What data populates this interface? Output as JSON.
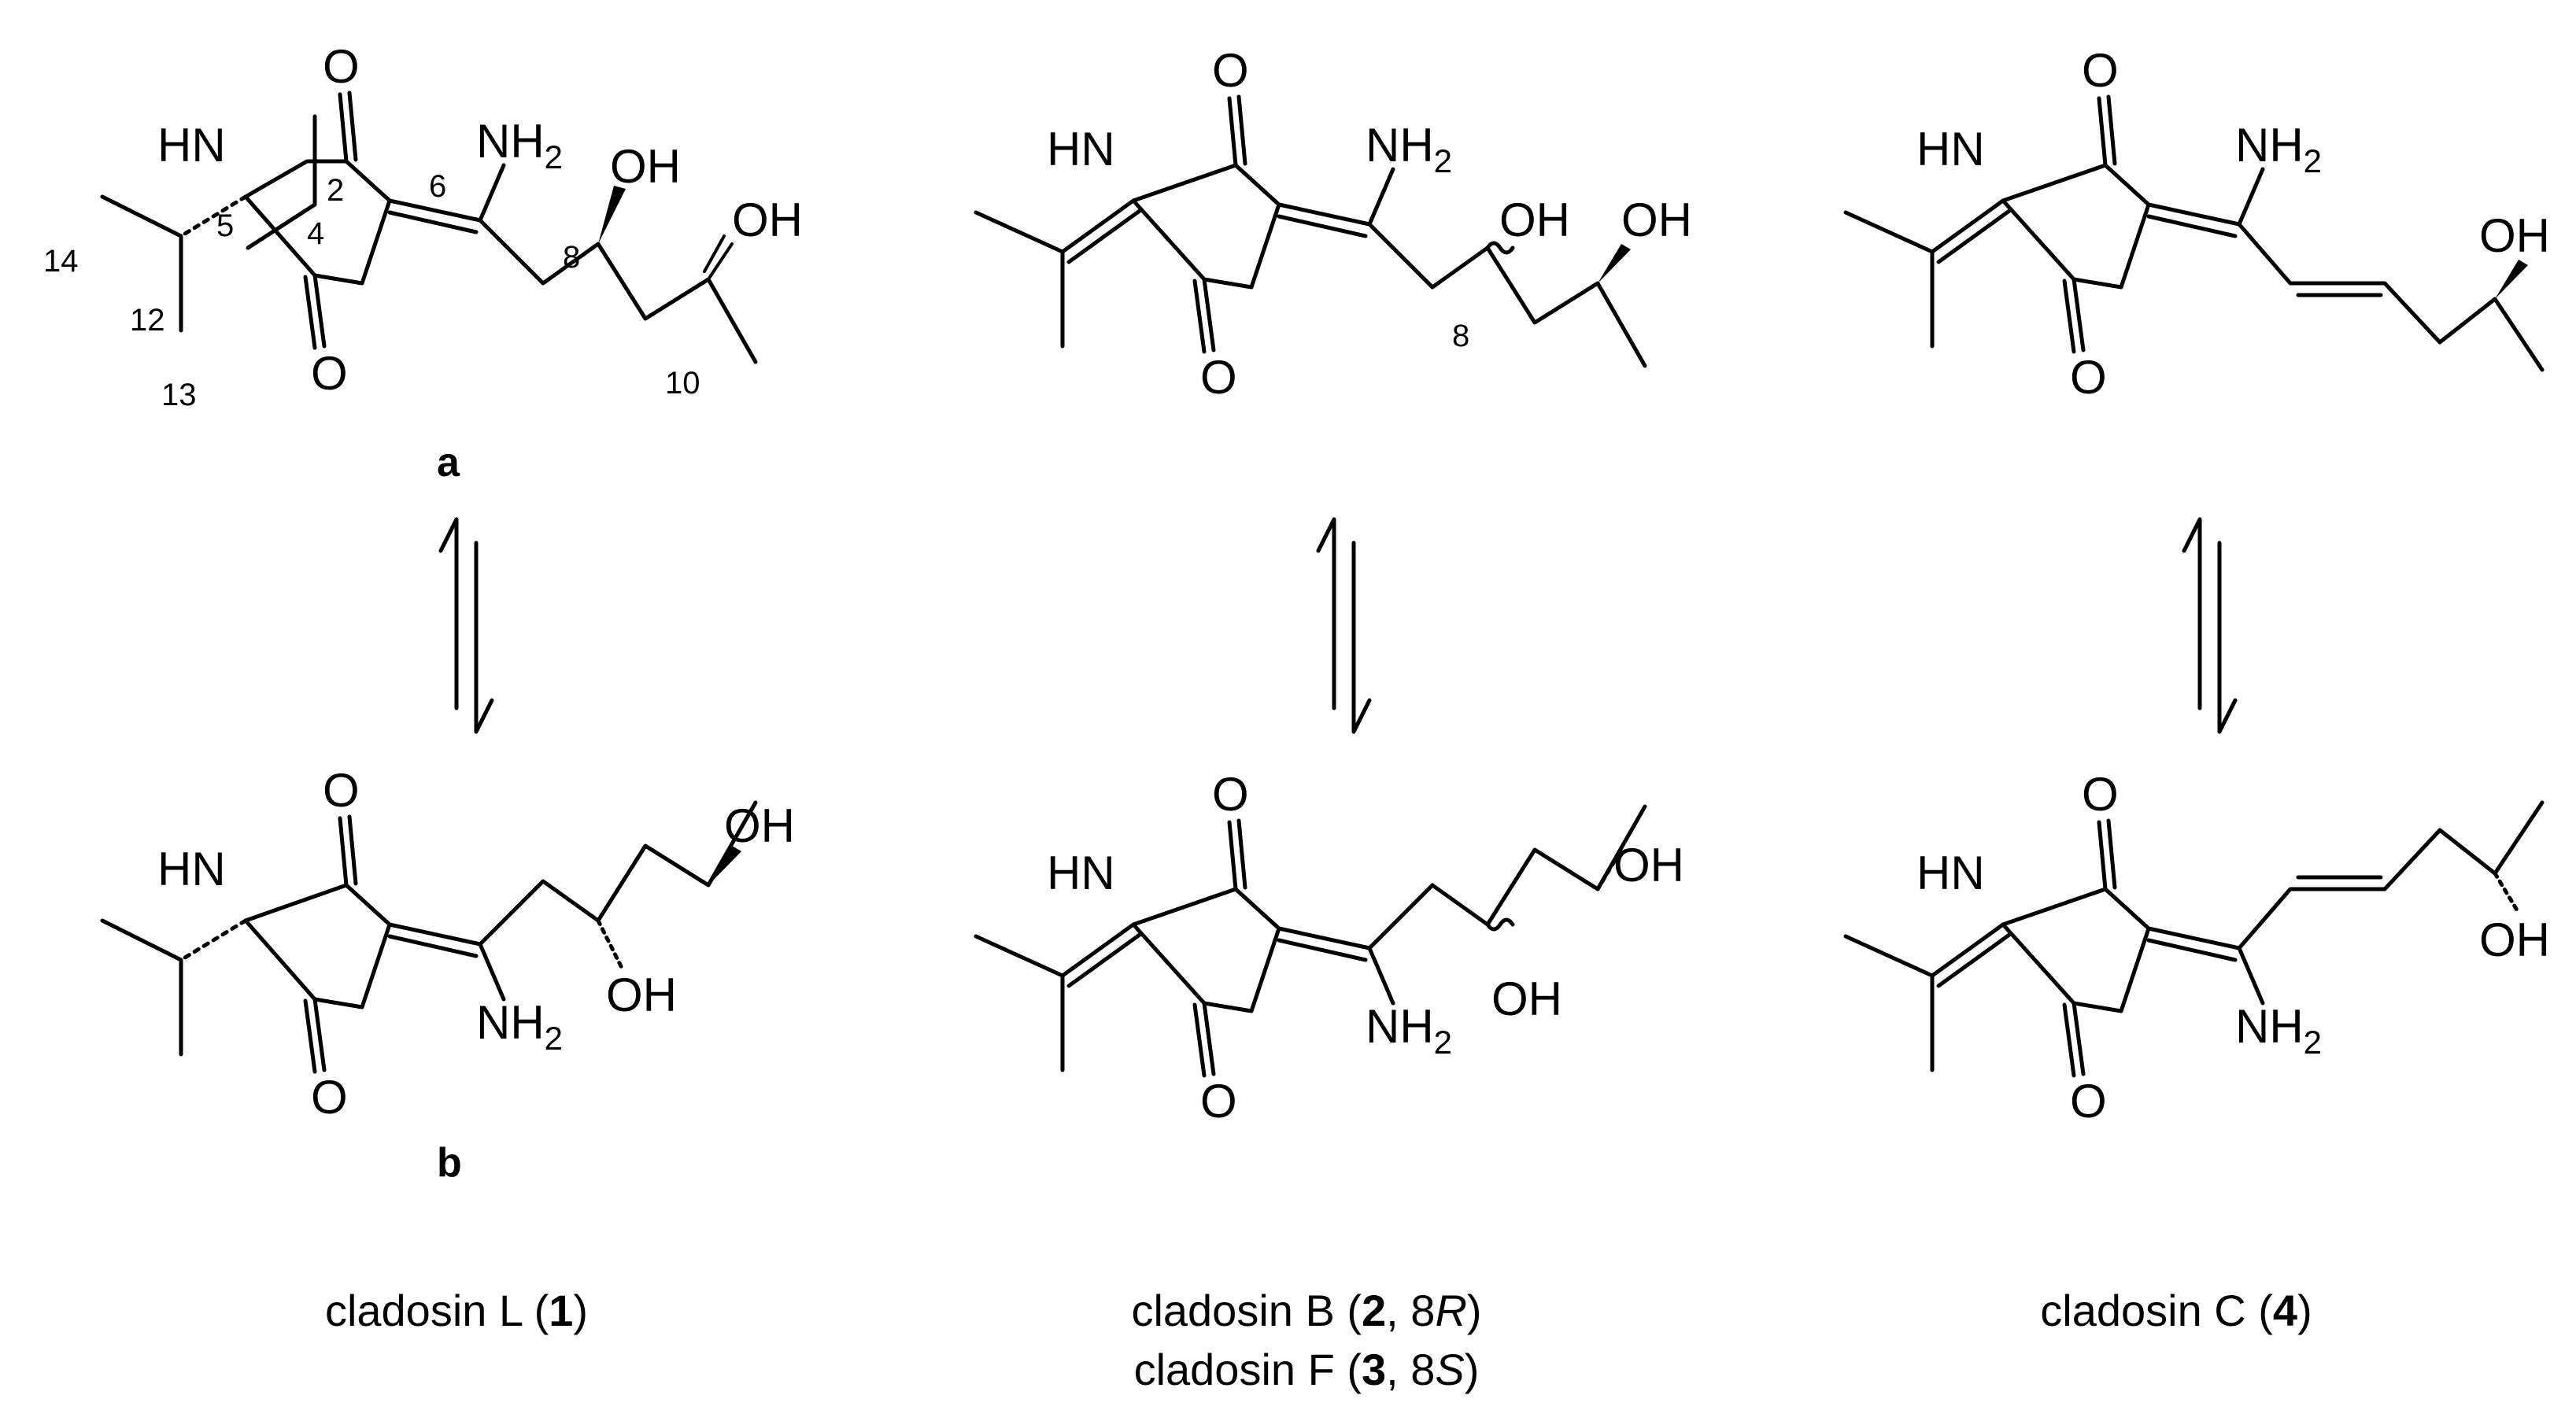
{
  "colors": {
    "ink": "#000000",
    "background": "#ffffff"
  },
  "atoms": {
    "o": "O",
    "hn": "HN",
    "nh2": "NH",
    "nh2_sub": "2",
    "oh": "OH"
  },
  "state_labels": {
    "a": "a",
    "b": "b"
  },
  "numbering": [
    "14",
    "12",
    "13",
    "5",
    "2",
    "4",
    "6",
    "8",
    "10"
  ],
  "numbering_b": {
    "c8": "8"
  },
  "captions": {
    "c1": {
      "pre": "cladosin L (",
      "bold": "1",
      "post": ")"
    },
    "c2": {
      "pre": "cladosin B (",
      "bold": "2",
      "mid": ", 8",
      "ital": "R",
      "post": ")"
    },
    "c3": {
      "pre": "cladosin F (",
      "bold": "3",
      "mid": ", 8",
      "ital": "S",
      "post": ")"
    },
    "c4": {
      "pre": "cladosin C (",
      "bold": "4",
      "post": ")"
    }
  },
  "icons": {
    "equilibrium": "equilibrium-arrows-icon"
  }
}
